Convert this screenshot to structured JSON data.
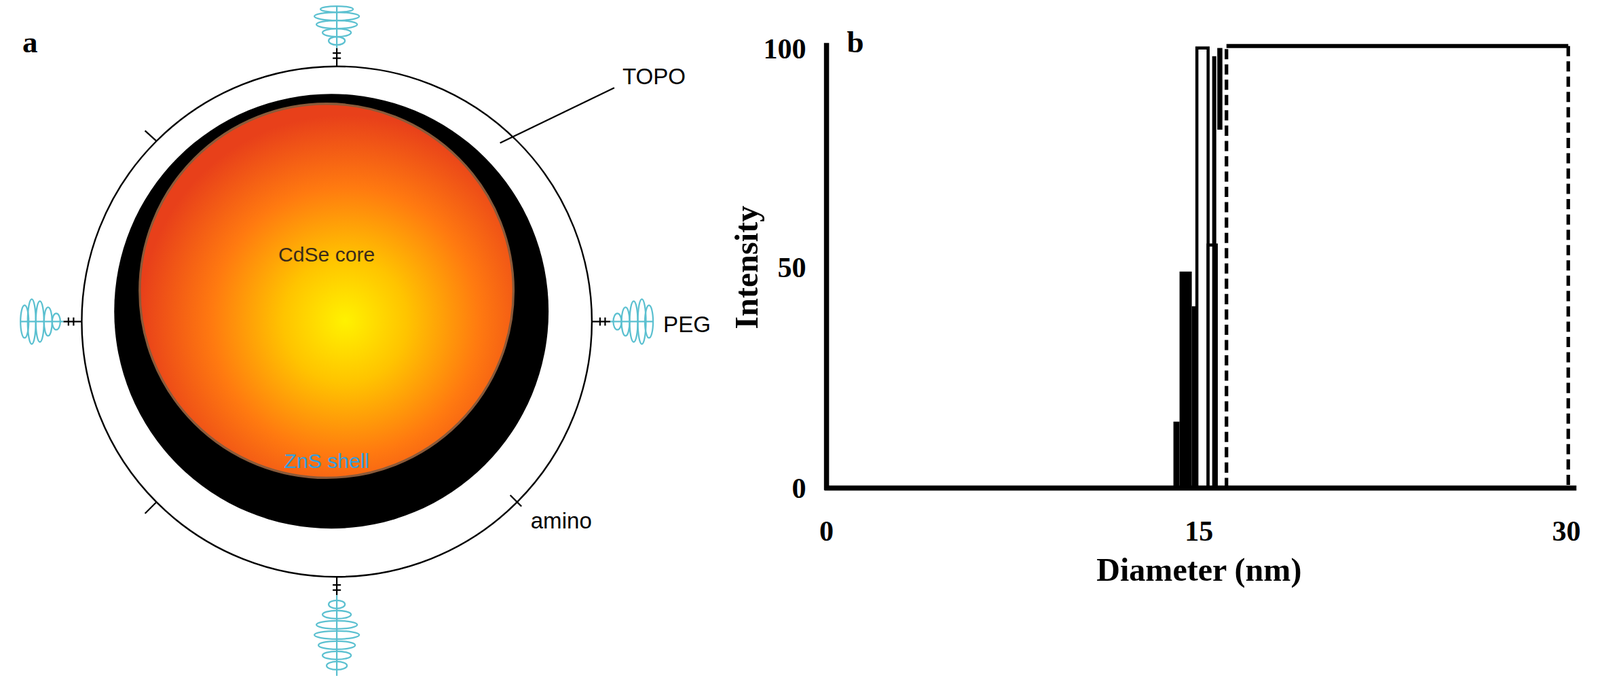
{
  "diagram": {
    "nodes": [
      {
        "text": [
          "ZnS shell"
        ]
      },
      {
        "text": [
          "CdSe core"
        ],
        "in": 0
      }
    ],
    "labels": [
      "a",
      "TOPO",
      "PEG",
      "amino",
      "b",
      "100",
      "50",
      "0",
      "0",
      "15",
      "30",
      "Intensity",
      "Diameter (nm)"
    ]
  }
}
